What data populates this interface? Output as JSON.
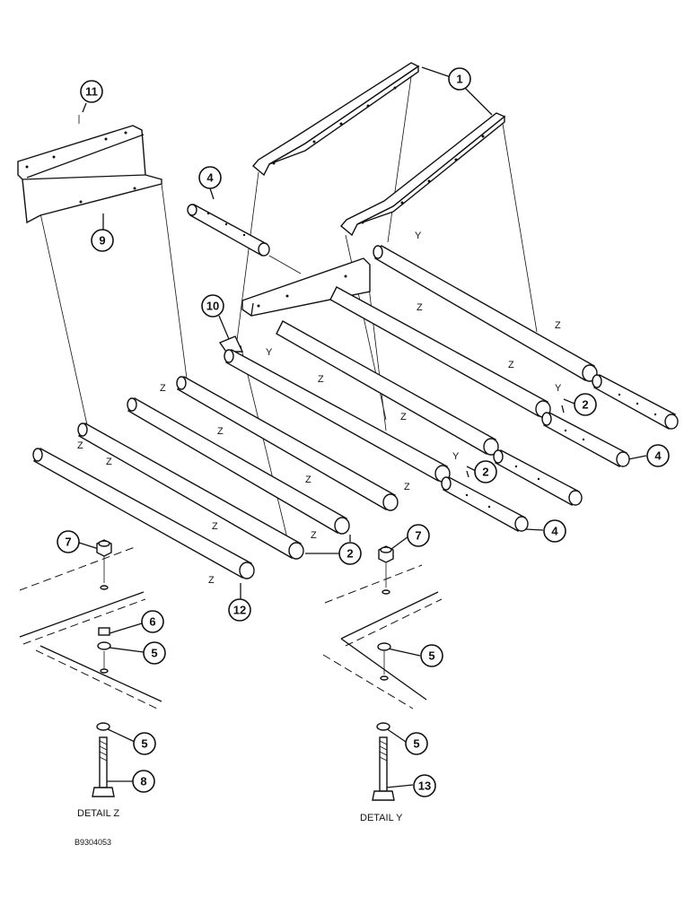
{
  "callouts": [
    {
      "id": "c1",
      "label": "1"
    },
    {
      "id": "c2a",
      "label": "2"
    },
    {
      "id": "c2b",
      "label": "2"
    },
    {
      "id": "c2c",
      "label": "2"
    },
    {
      "id": "c4a",
      "label": "4"
    },
    {
      "id": "c4b",
      "label": "4"
    },
    {
      "id": "c4c",
      "label": "4"
    },
    {
      "id": "c5a",
      "label": "5"
    },
    {
      "id": "c5b",
      "label": "5"
    },
    {
      "id": "c5c",
      "label": "5"
    },
    {
      "id": "c5d",
      "label": "5"
    },
    {
      "id": "c6",
      "label": "6"
    },
    {
      "id": "c7a",
      "label": "7"
    },
    {
      "id": "c7b",
      "label": "7"
    },
    {
      "id": "c8",
      "label": "8"
    },
    {
      "id": "c9",
      "label": "9"
    },
    {
      "id": "c10",
      "label": "10"
    },
    {
      "id": "c11",
      "label": "11"
    },
    {
      "id": "c12",
      "label": "12"
    },
    {
      "id": "c13",
      "label": "13"
    }
  ],
  "marks": [
    "Z",
    "Y"
  ],
  "captions": {
    "detail_z": "DETAIL Z",
    "detail_y": "DETAIL Y",
    "drawing_code": "B9304053"
  }
}
